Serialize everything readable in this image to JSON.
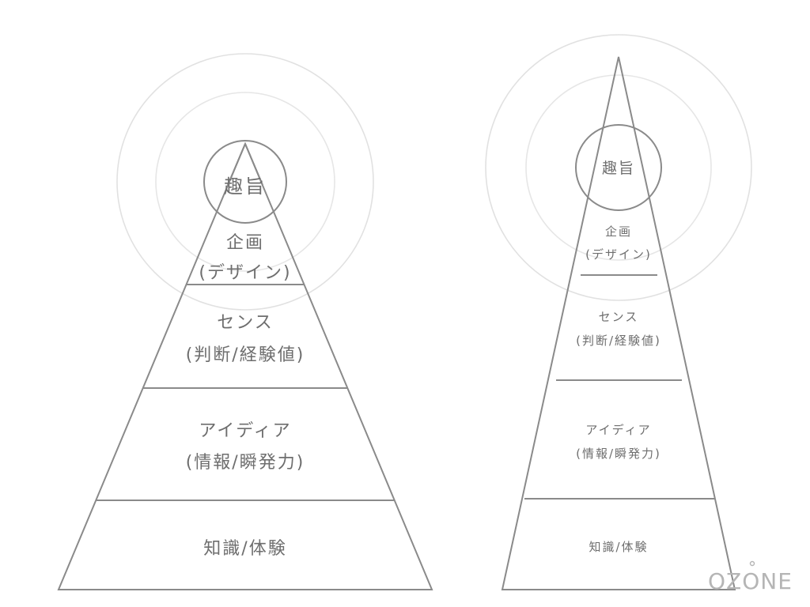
{
  "left_pyramid": {
    "top": "趣旨",
    "layer1_line1": "企画",
    "layer1_line2": "(デザイン)",
    "layer2_line1": "センス",
    "layer2_line2": "(判断/経験値)",
    "layer3_line1": "アイディア",
    "layer3_line2": "(情報/瞬発力)",
    "layer4": "知識/体験"
  },
  "right_pyramid": {
    "top": "趣旨",
    "layer1_line1": "企画",
    "layer1_line2": "(デザイン)",
    "layer2_line1": "センス",
    "layer2_line2": "(判断/経験値)",
    "layer3_line1": "アイディア",
    "layer3_line2": "(情報/瞬発力)",
    "layer4": "知識/体験"
  },
  "logo": "OZONE",
  "colors": {
    "line": "#8a8a8a",
    "text": "#6e6e6e",
    "ring": "#e1e1e1",
    "logo": "#b5b5b5"
  }
}
